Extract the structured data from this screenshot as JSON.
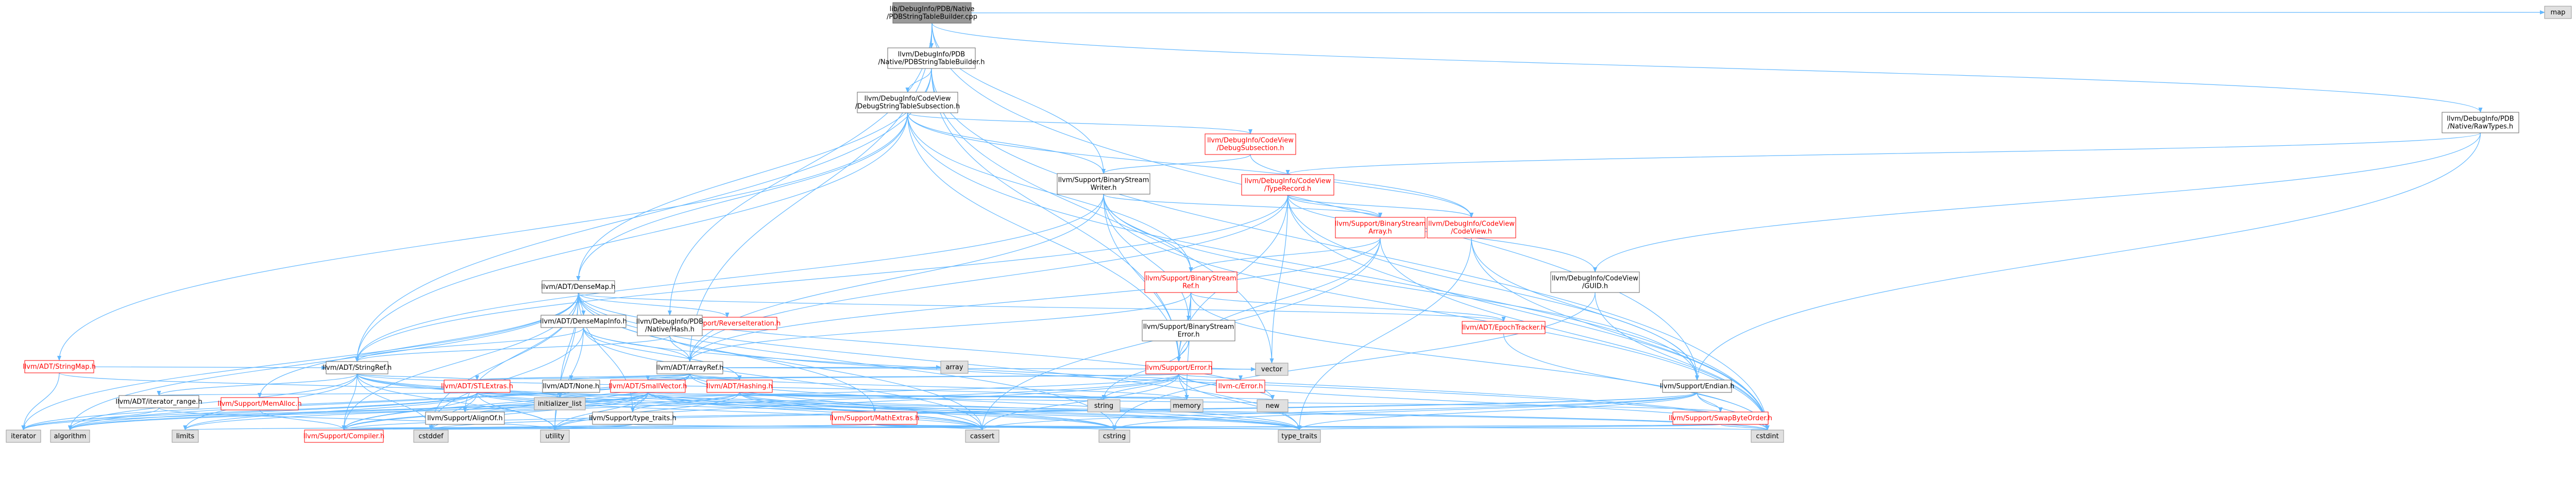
{
  "colors": {
    "root_fill": "#999999",
    "normal_fill": "#ffffff",
    "system_fill": "#e0e0e0",
    "border_normal": "#666666",
    "border_red": "#ff0000",
    "border_gray": "#999999",
    "text": "#000000",
    "text_red": "#ff0000",
    "edge": "#63b8ff"
  },
  "nodes": [
    {
      "id": "root",
      "lines": [
        "lib/DebugInfo/PDB/Native",
        "/PDBStringTableBuilder.cpp"
      ],
      "kind": "root"
    },
    {
      "id": "pdbstb",
      "lines": [
        "llvm/DebugInfo/PDB",
        "/Native/PDBStringTableBuilder.h"
      ],
      "kind": "normal"
    },
    {
      "id": "map",
      "lines": [
        "map"
      ],
      "kind": "system"
    },
    {
      "id": "dsts",
      "lines": [
        "llvm/DebugInfo/CodeView",
        "/DebugStringTableSubsection.h"
      ],
      "kind": "normal"
    },
    {
      "id": "rawtypes",
      "lines": [
        "llvm/DebugInfo/PDB",
        "/Native/RawTypes.h"
      ],
      "kind": "normal"
    },
    {
      "id": "debugsub",
      "lines": [
        "llvm/DebugInfo/CodeView",
        "/DebugSubsection.h"
      ],
      "kind": "red"
    },
    {
      "id": "bswriter",
      "lines": [
        "llvm/Support/BinaryStream",
        "Writer.h"
      ],
      "kind": "normal"
    },
    {
      "id": "typerecord",
      "lines": [
        "llvm/DebugInfo/CodeView",
        "/TypeRecord.h"
      ],
      "kind": "red"
    },
    {
      "id": "bsarray",
      "lines": [
        "llvm/Support/BinaryStream",
        "Array.h"
      ],
      "kind": "red"
    },
    {
      "id": "codeview",
      "lines": [
        "llvm/DebugInfo/CodeView",
        "/CodeView.h"
      ],
      "kind": "red"
    },
    {
      "id": "bsref",
      "lines": [
        "llvm/Support/BinaryStream",
        "Ref.h"
      ],
      "kind": "red"
    },
    {
      "id": "densemap",
      "lines": [
        "llvm/ADT/DenseMap.h"
      ],
      "kind": "normal"
    },
    {
      "id": "guid",
      "lines": [
        "llvm/DebugInfo/CodeView",
        "/GUID.h"
      ],
      "kind": "normal"
    },
    {
      "id": "revit",
      "lines": [
        "llvm/Support/ReverseIteration.h"
      ],
      "kind": "red"
    },
    {
      "id": "densemapinfo",
      "lines": [
        "llvm/ADT/DenseMapInfo.h"
      ],
      "kind": "normal"
    },
    {
      "id": "pdbhash",
      "lines": [
        "llvm/DebugInfo/PDB",
        "/Native/Hash.h"
      ],
      "kind": "normal"
    },
    {
      "id": "bserror",
      "lines": [
        "llvm/Support/BinaryStream",
        "Error.h"
      ],
      "kind": "normal"
    },
    {
      "id": "epoch",
      "lines": [
        "llvm/ADT/EpochTracker.h"
      ],
      "kind": "red"
    },
    {
      "id": "stringmap",
      "lines": [
        "llvm/ADT/StringMap.h"
      ],
      "kind": "red"
    },
    {
      "id": "stringref",
      "lines": [
        "llvm/ADT/StringRef.h"
      ],
      "kind": "normal"
    },
    {
      "id": "arrayref",
      "lines": [
        "llvm/ADT/ArrayRef.h"
      ],
      "kind": "normal"
    },
    {
      "id": "error",
      "lines": [
        "llvm/Support/Error.h"
      ],
      "kind": "red"
    },
    {
      "id": "array",
      "lines": [
        "array"
      ],
      "kind": "system"
    },
    {
      "id": "vector",
      "lines": [
        "vector"
      ],
      "kind": "system"
    },
    {
      "id": "stlextras",
      "lines": [
        "llvm/ADT/STLExtras.h"
      ],
      "kind": "red"
    },
    {
      "id": "none",
      "lines": [
        "llvm/ADT/None.h"
      ],
      "kind": "normal"
    },
    {
      "id": "smallvector",
      "lines": [
        "llvm/ADT/SmallVector.h"
      ],
      "kind": "red"
    },
    {
      "id": "hashing",
      "lines": [
        "llvm/ADT/Hashing.h"
      ],
      "kind": "red"
    },
    {
      "id": "cerror",
      "lines": [
        "llvm-c/Error.h"
      ],
      "kind": "red"
    },
    {
      "id": "endian",
      "lines": [
        "llvm/Support/Endian.h"
      ],
      "kind": "normal"
    },
    {
      "id": "itrange",
      "lines": [
        "llvm/ADT/iterator_range.h"
      ],
      "kind": "normal"
    },
    {
      "id": "initlist",
      "lines": [
        "initializer_list"
      ],
      "kind": "system"
    },
    {
      "id": "memalloc",
      "lines": [
        "llvm/Support/MemAlloc.h"
      ],
      "kind": "red"
    },
    {
      "id": "alignof",
      "lines": [
        "llvm/Support/AlignOf.h"
      ],
      "kind": "normal"
    },
    {
      "id": "string",
      "lines": [
        "string"
      ],
      "kind": "system"
    },
    {
      "id": "memory",
      "lines": [
        "memory"
      ],
      "kind": "system"
    },
    {
      "id": "new",
      "lines": [
        "new"
      ],
      "kind": "system"
    },
    {
      "id": "typetraitsh",
      "lines": [
        "llvm/Support/type_traits.h"
      ],
      "kind": "normal"
    },
    {
      "id": "mathextras",
      "lines": [
        "llvm/Support/MathExtras.h"
      ],
      "kind": "red"
    },
    {
      "id": "swapbyte",
      "lines": [
        "llvm/Support/SwapByteOrder.h"
      ],
      "kind": "red"
    },
    {
      "id": "iterator",
      "lines": [
        "iterator"
      ],
      "kind": "system"
    },
    {
      "id": "algorithm",
      "lines": [
        "algorithm"
      ],
      "kind": "system"
    },
    {
      "id": "limits",
      "lines": [
        "limits"
      ],
      "kind": "system"
    },
    {
      "id": "compiler",
      "lines": [
        "llvm/Support/Compiler.h"
      ],
      "kind": "red"
    },
    {
      "id": "cstddef",
      "lines": [
        "cstddef"
      ],
      "kind": "system"
    },
    {
      "id": "utility",
      "lines": [
        "utility"
      ],
      "kind": "system"
    },
    {
      "id": "cassert",
      "lines": [
        "cassert"
      ],
      "kind": "system"
    },
    {
      "id": "cstring",
      "lines": [
        "cstring"
      ],
      "kind": "system"
    },
    {
      "id": "typetraits",
      "lines": [
        "type_traits"
      ],
      "kind": "system"
    },
    {
      "id": "cstdint",
      "lines": [
        "cstdint"
      ],
      "kind": "system"
    }
  ],
  "edges": [
    [
      "root",
      "pdbstb"
    ],
    [
      "root",
      "map"
    ],
    [
      "root",
      "rawtypes"
    ],
    [
      "root",
      "bswriter"
    ],
    [
      "root",
      "pdbhash"
    ],
    [
      "root",
      "arrayref"
    ],
    [
      "root",
      "endian"
    ],
    [
      "pdbstb",
      "dsts"
    ],
    [
      "pdbstb",
      "densemap"
    ],
    [
      "pdbstb",
      "stringref"
    ],
    [
      "pdbstb",
      "error"
    ],
    [
      "pdbstb",
      "vector"
    ],
    [
      "pdbstb",
      "cstdint"
    ],
    [
      "dsts",
      "debugsub"
    ],
    [
      "dsts",
      "bswriter"
    ],
    [
      "dsts",
      "bsref"
    ],
    [
      "dsts",
      "codeview"
    ],
    [
      "dsts",
      "stringmap"
    ],
    [
      "dsts",
      "stringref"
    ],
    [
      "dsts",
      "error"
    ],
    [
      "dsts",
      "densemap"
    ],
    [
      "dsts",
      "cstdint"
    ],
    [
      "rawtypes",
      "typerecord"
    ],
    [
      "rawtypes",
      "guid"
    ],
    [
      "rawtypes",
      "endian"
    ],
    [
      "debugsub",
      "codeview"
    ],
    [
      "debugsub",
      "bswriter"
    ],
    [
      "bswriter",
      "arrayref"
    ],
    [
      "bswriter",
      "stringref"
    ],
    [
      "bswriter",
      "bsarray"
    ],
    [
      "bswriter",
      "bsref"
    ],
    [
      "bswriter",
      "bserror"
    ],
    [
      "bswriter",
      "error"
    ],
    [
      "bswriter",
      "endian"
    ],
    [
      "bswriter",
      "cstdint"
    ],
    [
      "typerecord",
      "codeview"
    ],
    [
      "typerecord",
      "guid"
    ],
    [
      "typerecord",
      "bsarray"
    ],
    [
      "typerecord",
      "arrayref"
    ],
    [
      "typerecord",
      "endian"
    ],
    [
      "typerecord",
      "error"
    ],
    [
      "typerecord",
      "vector"
    ],
    [
      "typerecord",
      "cstdint"
    ],
    [
      "typerecord",
      "stringref"
    ],
    [
      "bsarray",
      "arrayref"
    ],
    [
      "bsarray",
      "bsref"
    ],
    [
      "bsarray",
      "error"
    ],
    [
      "bsarray",
      "cassert"
    ],
    [
      "bsarray",
      "cstdint"
    ],
    [
      "codeview",
      "endian"
    ],
    [
      "codeview",
      "cstdint"
    ],
    [
      "codeview",
      "typetraits"
    ],
    [
      "bsref",
      "arrayref"
    ],
    [
      "bsref",
      "bserror"
    ],
    [
      "bsref",
      "error"
    ],
    [
      "bsref",
      "memory"
    ],
    [
      "bsref",
      "cstdint"
    ],
    [
      "bsref",
      "epoch"
    ],
    [
      "densemap",
      "densemapinfo"
    ],
    [
      "densemap",
      "epoch"
    ],
    [
      "densemap",
      "revit"
    ],
    [
      "densemap",
      "alignof"
    ],
    [
      "densemap",
      "compiler"
    ],
    [
      "densemap",
      "mathextras"
    ],
    [
      "densemap",
      "memalloc"
    ],
    [
      "densemap",
      "typetraitsh"
    ],
    [
      "densemap",
      "algorithm"
    ],
    [
      "densemap",
      "cassert"
    ],
    [
      "densemap",
      "cstddef"
    ],
    [
      "densemap",
      "cstring"
    ],
    [
      "densemap",
      "initlist"
    ],
    [
      "densemap",
      "iterator"
    ],
    [
      "densemap",
      "new"
    ],
    [
      "densemap",
      "typetraits"
    ],
    [
      "densemap",
      "utility"
    ],
    [
      "guid",
      "cstdint"
    ],
    [
      "guid",
      "cstring"
    ],
    [
      "densemapinfo",
      "arrayref"
    ],
    [
      "densemapinfo",
      "hashing"
    ],
    [
      "densemapinfo",
      "stringref"
    ],
    [
      "densemapinfo",
      "cassert"
    ],
    [
      "densemapinfo",
      "cstddef"
    ],
    [
      "densemapinfo",
      "cstdint"
    ],
    [
      "densemapinfo",
      "utility"
    ],
    [
      "pdbhash",
      "arrayref"
    ],
    [
      "pdbhash",
      "stringref"
    ],
    [
      "pdbhash",
      "cstdint"
    ],
    [
      "bserror",
      "error"
    ],
    [
      "bserror",
      "string"
    ],
    [
      "epoch",
      "cstdint"
    ],
    [
      "stringmap",
      "stringref"
    ],
    [
      "stringmap",
      "iterator"
    ],
    [
      "stringmap",
      "initlist"
    ],
    [
      "stringref",
      "stlextras"
    ],
    [
      "stringref",
      "iterator_range"
    ],
    [
      "stringref",
      "compiler"
    ],
    [
      "stringref",
      "algorithm"
    ],
    [
      "stringref",
      "cassert"
    ],
    [
      "stringref",
      "cstddef"
    ],
    [
      "stringref",
      "cstring"
    ],
    [
      "stringref",
      "limits"
    ],
    [
      "stringref",
      "string"
    ],
    [
      "stringref",
      "typetraits"
    ],
    [
      "stringref",
      "utility"
    ],
    [
      "stringref",
      "itrange"
    ],
    [
      "arrayref",
      "hashing"
    ],
    [
      "arrayref",
      "none"
    ],
    [
      "arrayref",
      "smallvector"
    ],
    [
      "arrayref",
      "stlextras"
    ],
    [
      "arrayref",
      "compiler"
    ],
    [
      "arrayref",
      "algorithm"
    ],
    [
      "arrayref",
      "array"
    ],
    [
      "arrayref",
      "cassert"
    ],
    [
      "arrayref",
      "cstddef"
    ],
    [
      "arrayref",
      "initlist"
    ],
    [
      "arrayref",
      "iterator"
    ],
    [
      "arrayref",
      "memory"
    ],
    [
      "arrayref",
      "typetraits"
    ],
    [
      "arrayref",
      "vector"
    ],
    [
      "error",
      "cerror"
    ],
    [
      "error",
      "stlextras"
    ],
    [
      "error",
      "smallvector"
    ],
    [
      "error",
      "alignof"
    ],
    [
      "error",
      "compiler"
    ],
    [
      "error",
      "cassert"
    ],
    [
      "error",
      "cstdint"
    ],
    [
      "error",
      "memory"
    ],
    [
      "error",
      "new"
    ],
    [
      "error",
      "string"
    ],
    [
      "error",
      "typetraits"
    ],
    [
      "error",
      "utility"
    ],
    [
      "error",
      "vector"
    ],
    [
      "stlextras",
      "itrange"
    ],
    [
      "stlextras",
      "compiler"
    ],
    [
      "stlextras",
      "algorithm"
    ],
    [
      "stlextras",
      "cassert"
    ],
    [
      "stlextras",
      "cstddef"
    ],
    [
      "stlextras",
      "cstdint"
    ],
    [
      "stlextras",
      "initlist"
    ],
    [
      "stlextras",
      "iterator"
    ],
    [
      "stlextras",
      "limits"
    ],
    [
      "stlextras",
      "memory"
    ],
    [
      "stlextras",
      "typetraits"
    ],
    [
      "stlextras",
      "utility"
    ],
    [
      "smallvector",
      "compiler"
    ],
    [
      "smallvector",
      "typetraitsh"
    ],
    [
      "smallvector",
      "algorithm"
    ],
    [
      "smallvector",
      "cassert"
    ],
    [
      "smallvector",
      "cstddef"
    ],
    [
      "smallvector",
      "cstdint"
    ],
    [
      "smallvector",
      "cstring"
    ],
    [
      "smallvector",
      "initlist"
    ],
    [
      "smallvector",
      "iterator"
    ],
    [
      "smallvector",
      "limits"
    ],
    [
      "smallvector",
      "memory"
    ],
    [
      "smallvector",
      "new"
    ],
    [
      "smallvector",
      "typetraits"
    ],
    [
      "smallvector",
      "utility"
    ],
    [
      "hashing",
      "swapbyte"
    ],
    [
      "hashing",
      "typetraitsh"
    ],
    [
      "hashing",
      "algorithm"
    ],
    [
      "hashing",
      "cassert"
    ],
    [
      "hashing",
      "cstring"
    ],
    [
      "hashing",
      "string"
    ],
    [
      "hashing",
      "typetraits"
    ],
    [
      "hashing",
      "utility"
    ],
    [
      "endian",
      "compiler"
    ],
    [
      "endian",
      "swapbyte"
    ],
    [
      "endian",
      "cassert"
    ],
    [
      "endian",
      "cstddef"
    ],
    [
      "endian",
      "cstdint"
    ],
    [
      "endian",
      "cstring"
    ],
    [
      "endian",
      "typetraits"
    ],
    [
      "itrange",
      "iterator"
    ],
    [
      "itrange",
      "utility"
    ],
    [
      "memalloc",
      "compiler"
    ],
    [
      "typetraitsh",
      "compiler"
    ],
    [
      "typetraitsh",
      "typetraits"
    ],
    [
      "typetraitsh",
      "utility"
    ],
    [
      "mathextras",
      "compiler"
    ],
    [
      "mathextras",
      "cassert"
    ],
    [
      "mathextras",
      "cstdint"
    ],
    [
      "mathextras",
      "cstring"
    ],
    [
      "mathextras",
      "limits"
    ],
    [
      "mathextras",
      "typetraits"
    ],
    [
      "swapbyte",
      "compiler"
    ],
    [
      "swapbyte",
      "cstddef"
    ],
    [
      "swapbyte",
      "cstdint"
    ],
    [
      "swapbyte",
      "typetraits"
    ]
  ]
}
